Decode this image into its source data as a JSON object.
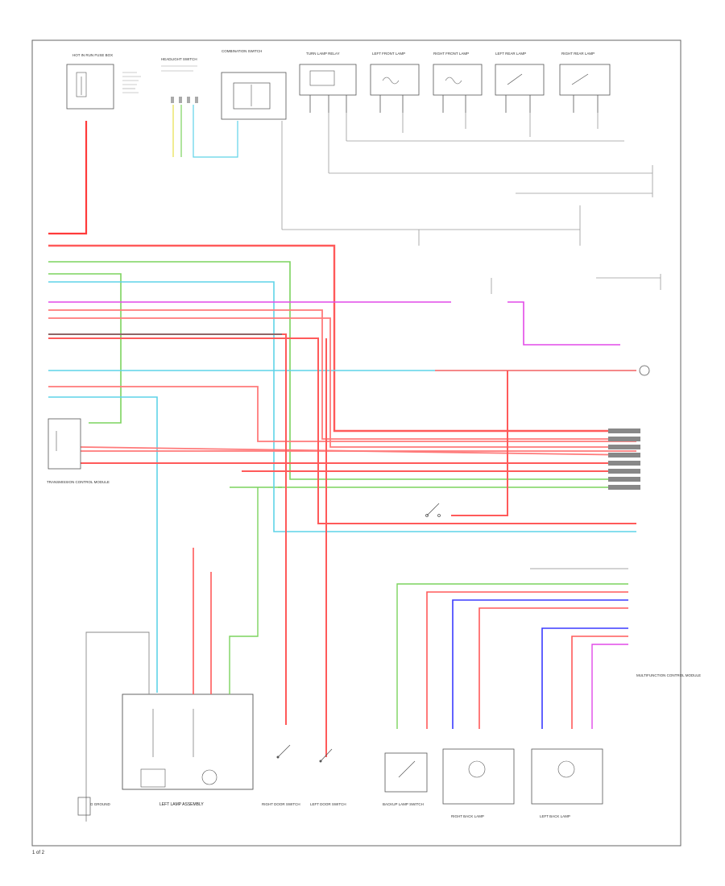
{
  "colors": {
    "red": "#ff3b3b",
    "pink": "#ff8c8c",
    "green": "#7cd35e",
    "cyan": "#5fd3e8",
    "magenta": "#e24ae8",
    "blue": "#3b3bff",
    "gray": "#8a8a8a",
    "yellow": "#e6e04a",
    "black": "#111111"
  },
  "components": {
    "hot_fuse_box": "HOT IN RUN FUSE BOX",
    "headlight_switch": "HEADLIGHT SWITCH",
    "combination_switch": "COMBINATION SWITCH",
    "turn_lamp_relay": "TURN LAMP RELAY",
    "left_front_lamp": "LEFT FRONT LAMP",
    "right_front_lamp": "RIGHT FRONT LAMP",
    "left_rear_lamp": "LEFT REAR LAMP",
    "right_rear_lamp": "RIGHT REAR LAMP",
    "left_lamp_assembly": "LEFT LAMP ASSEMBLY",
    "right_door_switch": "RIGHT DOOR SWITCH",
    "left_door_switch": "LEFT DOOR SWITCH",
    "backup_lamp_switch": "BACKUP LAMP SWITCH",
    "right_back_lamp": "RIGHT BACK LAMP",
    "left_back_lamp": "LEFT BACK LAMP",
    "transmission_module": "TRANSMISSION CONTROL MODULE",
    "multifunction_module": "MULTIFUNCTION CONTROL MODULE",
    "g_ground": "G GROUND"
  },
  "page_number": "1 of 2"
}
